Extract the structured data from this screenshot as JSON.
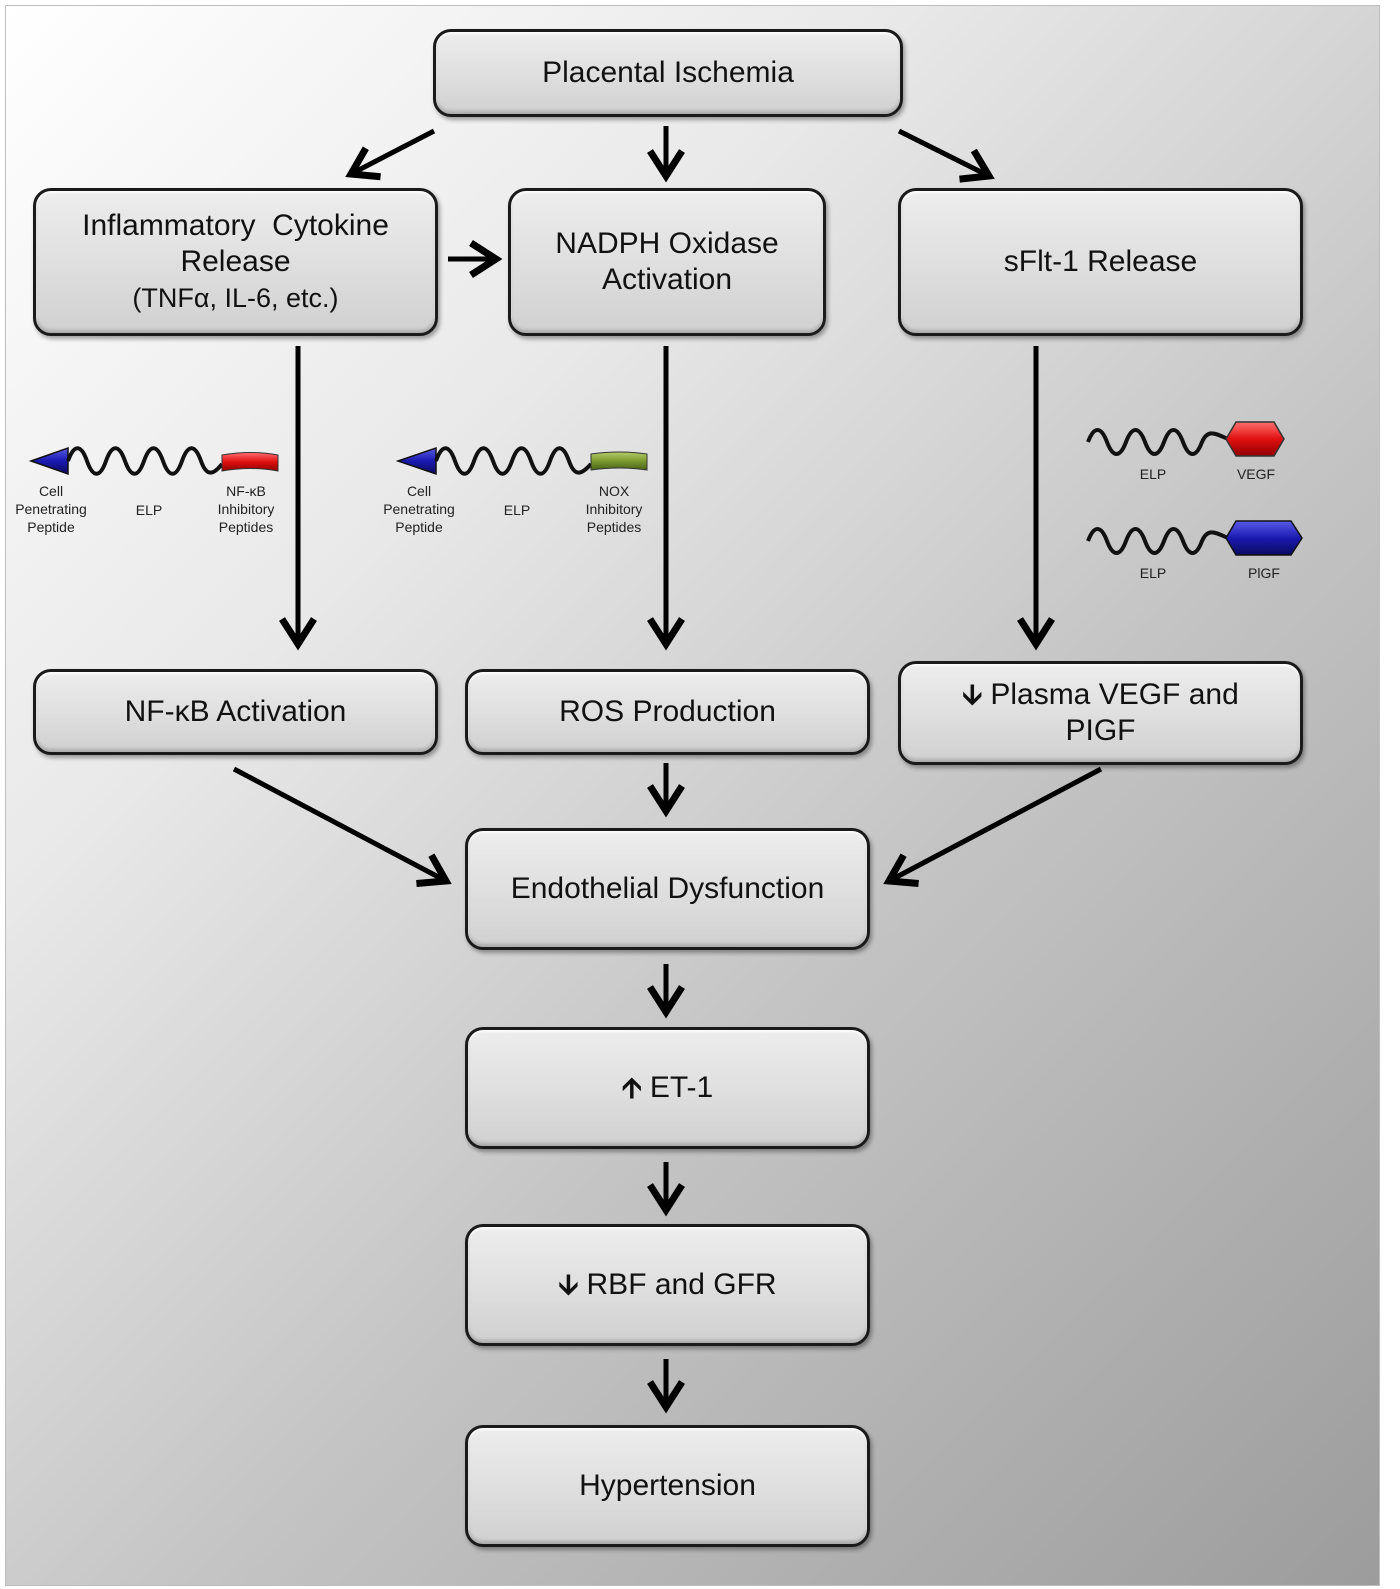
{
  "boxes": {
    "placental_ischemia": "Placental Ischemia",
    "inflammatory_line1": "Inflammatory  Cytokine",
    "inflammatory_line2": "Release",
    "inflammatory_line3": "(TNFα, IL-6, etc.)",
    "nadph_line1": "NADPH Oxidase",
    "nadph_line2": "Activation",
    "sflt1": "sFlt-1 Release",
    "nfkb": "NF-κB Activation",
    "ros": "ROS Production",
    "plasma_arrow": "🡫",
    "plasma_line1": "Plasma VEGF and",
    "plasma_line2": "PIGF",
    "endothelial": "Endothelial Dysfunction",
    "et1_arrow": "🡩",
    "et1": "ET-1",
    "rbf_arrow": "🡫",
    "rbf": "RBF and GFR",
    "hypertension": "Hypertension"
  },
  "constructs": {
    "left": {
      "cpp": [
        "Cell",
        "Penetrating",
        "Peptide"
      ],
      "elp": "ELP",
      "cargo": [
        "NF-κB",
        "Inhibitory",
        "Peptides"
      ],
      "cargo_color": "#e02020"
    },
    "middle": {
      "cpp": [
        "Cell",
        "Penetrating",
        "Peptide"
      ],
      "elp": "ELP",
      "cargo": [
        "NOX",
        "Inhibitory",
        "Peptides"
      ],
      "cargo_color": "#7a9a2e"
    },
    "right_top": {
      "elp": "ELP",
      "cargo": "VEGF",
      "cargo_color": "#e01515"
    },
    "right_bottom": {
      "elp": "ELP",
      "cargo": "PlGF",
      "cargo_color": "#1a1aa8"
    },
    "cpp_color": "#2020a0"
  }
}
